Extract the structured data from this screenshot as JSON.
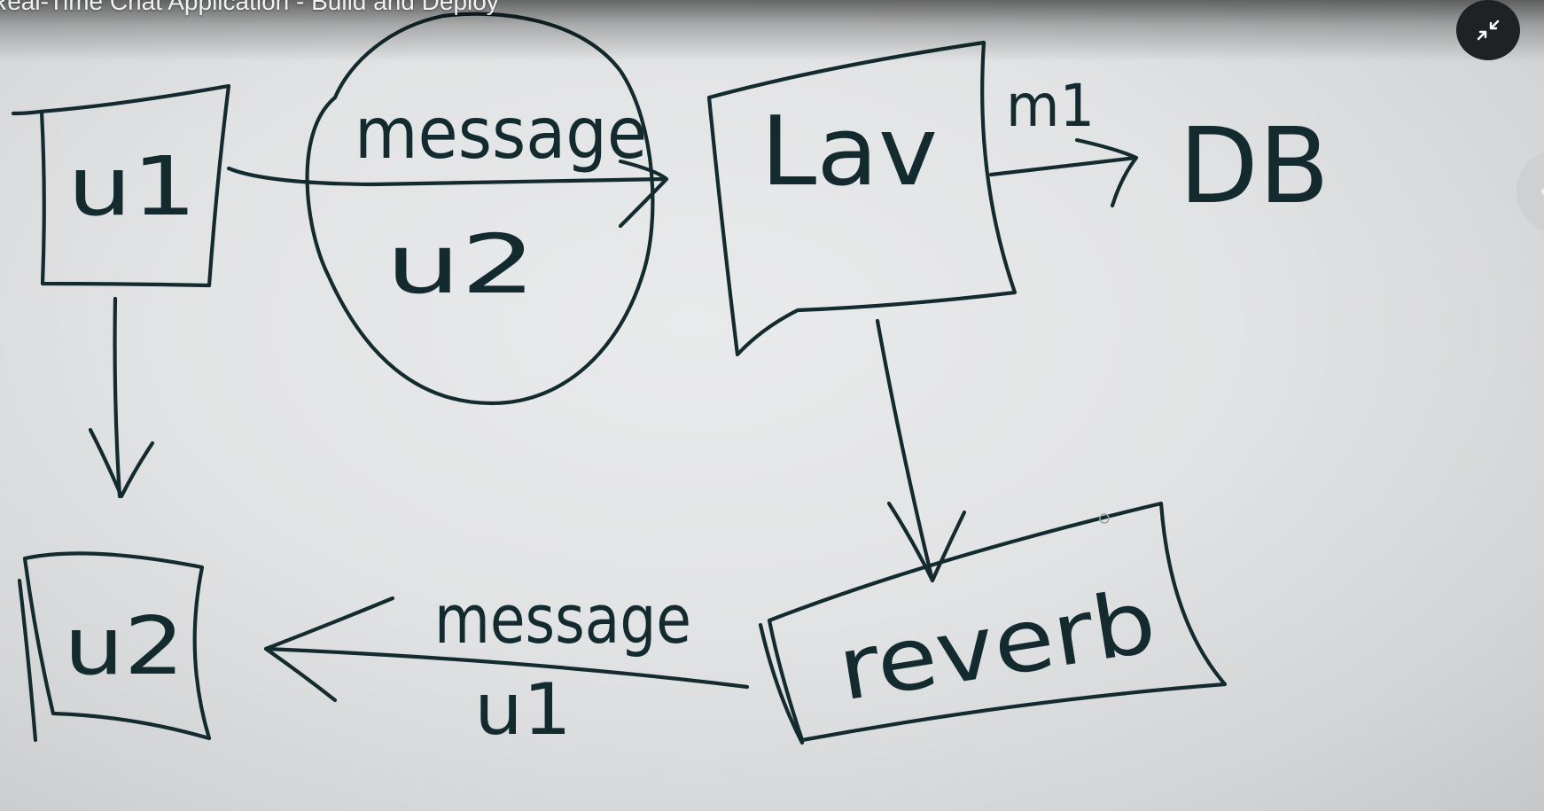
{
  "video": {
    "title": "Real-Time Chat Application - Build and Deploy"
  },
  "controls": {
    "exit_fullscreen_icon": "exit-fullscreen-icon",
    "side_panel_handle": "side-panel-handle"
  },
  "whiteboard": {
    "ink_color": "#132b2e",
    "labels": {
      "user1_box": "u1",
      "message_top": "message",
      "message_top_user": "u2",
      "server_box": "Lav",
      "db_message": "m1",
      "database": "DB",
      "user2_box": "u2",
      "message_bottom": "message",
      "message_bottom_user": "u1",
      "reverb_box": "reverb"
    }
  }
}
